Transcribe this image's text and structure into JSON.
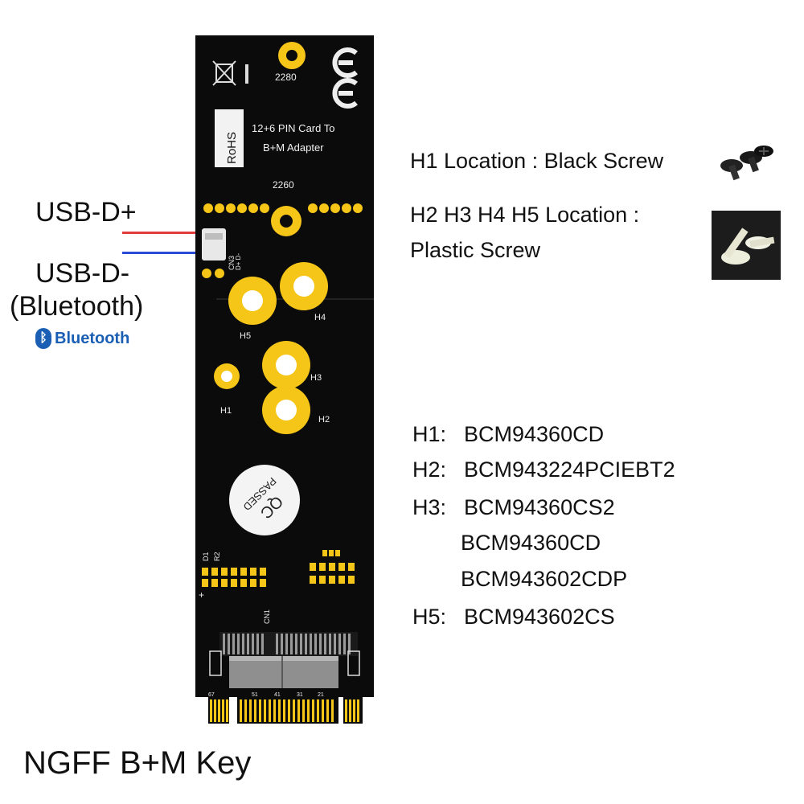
{
  "left_labels": {
    "usb_dplus": "USB-D+",
    "usb_dminus": "USB-D-",
    "bluetooth_paren": "(Bluetooth)",
    "bluetooth_logo_text": "Bluetooth"
  },
  "board": {
    "size_2280": "2280",
    "size_2260": "2260",
    "title_line1": "12+6 PIN Card To",
    "title_line2": "B+M Adapter",
    "rohs": "RoHS",
    "connector_cn3": "CN3",
    "connector_cn3_pins": "D+ D-",
    "connector_cn1": "CN1",
    "holes": {
      "h1": "H1",
      "h2": "H2",
      "h3": "H3",
      "h4": "H4",
      "h5": "H5"
    },
    "qc_seal": {
      "line1": "QC",
      "line2": "PASSED"
    },
    "silk_d1": "D1",
    "silk_r2": "R2",
    "silk_plus": "+",
    "pins": {
      "p67": "67",
      "p51": "51",
      "p41": "41",
      "p31": "31",
      "p21": "21"
    }
  },
  "screws": {
    "h1_location": "H1 Location : Black Screw",
    "others_location_line1": "H2 H3 H4 H5 Location :",
    "others_location_line2": "Plastic Screw"
  },
  "compat": [
    {
      "label": "H1:",
      "models": [
        "BCM94360CD"
      ]
    },
    {
      "label": "H2:",
      "models": [
        "BCM943224PCIEBT2"
      ]
    },
    {
      "label": "H3:",
      "models": [
        "BCM94360CS2",
        "BCM94360CD",
        "BCM943602CDP"
      ]
    },
    {
      "label": "H5:",
      "models": [
        "BCM943602CS"
      ]
    }
  ],
  "footer": {
    "key": "NGFF B+M Key"
  },
  "colors": {
    "pcb": "#0b0b0b",
    "gold": "#f5c518",
    "wire_red": "#e23b3b",
    "wire_blue": "#2a4bd6",
    "bluetooth": "#1a5fb4"
  }
}
